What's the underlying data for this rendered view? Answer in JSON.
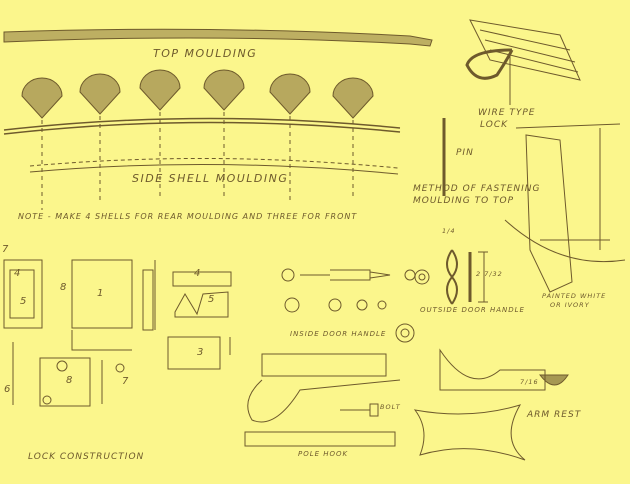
{
  "title": "Sedan chair hardware details",
  "labels": {
    "top_moulding": "TOP MOULDING",
    "side_shell_moulding": "SIDE SHELL MOULDING",
    "note": "NOTE - MAKE 4 SHELLS FOR REAR MOULDING AND THREE FOR FRONT",
    "wire_type_lock": "WIRE TYPE",
    "wire_type_lock_2": "LOCK",
    "pin": "PIN",
    "method_1": "METHOD OF FASTENING",
    "method_2": "MOULDING TO TOP",
    "painted_1": "PAINTED WHITE",
    "painted_2": "OR IVORY",
    "outside_door_handle": "OUTSIDE DOOR HANDLE",
    "inside_door_handle": "INSIDE DOOR HANDLE",
    "bolt": "BOLT",
    "pole_hook": "POLE HOOK",
    "arm_rest": "ARM REST",
    "lock_construction": "LOCK CONSTRUCTION"
  },
  "dimensions": {
    "handle_width": "1/4",
    "handle_height": "2 7/32",
    "arm_rest_height": "7/16"
  },
  "part_numbers": [
    "1",
    "3",
    "4",
    "5",
    "6",
    "7",
    "8",
    "4",
    "5",
    "8",
    "7"
  ]
}
